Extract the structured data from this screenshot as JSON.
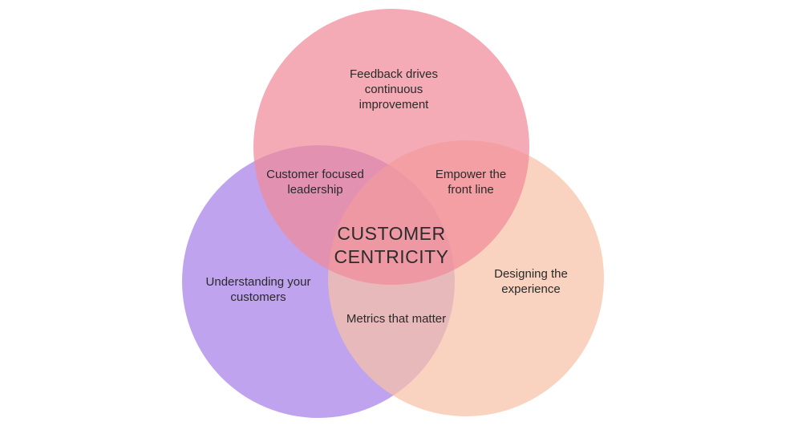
{
  "diagram": {
    "center": "CUSTOMER\nCENTRICITY",
    "circles": {
      "top": {
        "label": "Feedback drives\ncontinuous\nimprovement",
        "color": "#f08a9a"
      },
      "left": {
        "label": "Understanding your\ncustomers",
        "color": "#a77fe8"
      },
      "right": {
        "label": "Designing the\nexperience",
        "color": "#f7c2a6"
      }
    },
    "overlaps": {
      "top_left": "Customer focused\nleadership",
      "top_right": "Empower the\nfront line",
      "left_right": "Metrics that matter"
    }
  }
}
